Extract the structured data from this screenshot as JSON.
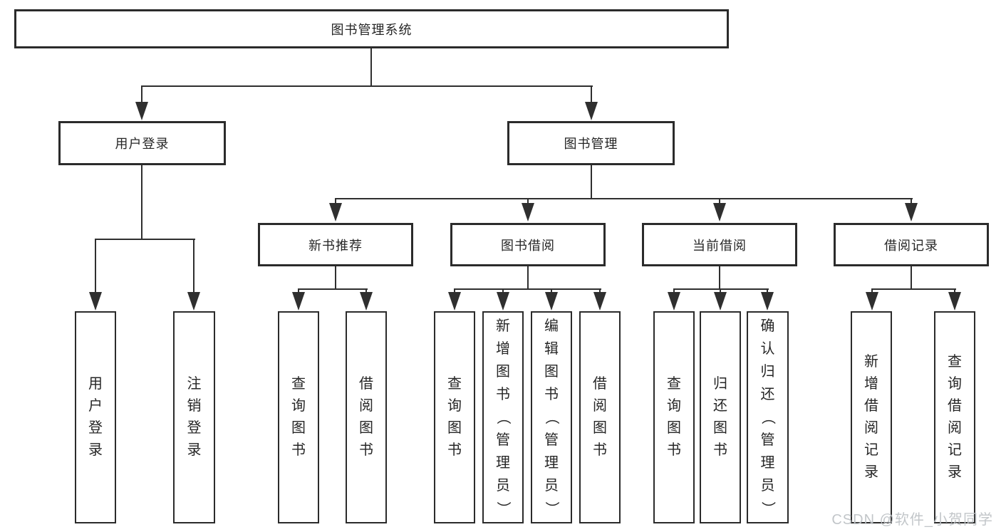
{
  "title": "图书管理系统",
  "tree": {
    "label": "图书管理系统",
    "children": [
      {
        "label": "用户登录",
        "children": [
          {
            "label": "用户登录"
          },
          {
            "label": "注销登录"
          }
        ]
      },
      {
        "label": "图书管理",
        "children": [
          {
            "label": "新书推荐",
            "children": [
              {
                "label": "查询图书"
              },
              {
                "label": "借阅图书"
              }
            ]
          },
          {
            "label": "图书借阅",
            "children": [
              {
                "label": "查询图书"
              },
              {
                "label": "新增图书（管理员）"
              },
              {
                "label": "编辑图书（管理员）"
              },
              {
                "label": "借阅图书"
              }
            ]
          },
          {
            "label": "当前借阅",
            "children": [
              {
                "label": "查询图书"
              },
              {
                "label": "归还图书"
              },
              {
                "label": "确认归还（管理员）"
              }
            ]
          },
          {
            "label": "借阅记录",
            "children": [
              {
                "label": "新增借阅记录"
              },
              {
                "label": "查询借阅记录"
              }
            ]
          }
        ]
      }
    ]
  },
  "watermark": {
    "text": "CSDN @软件_小贺同学"
  },
  "colors": {
    "line": "#2f2f2f",
    "border": "#2b2b2b",
    "text": "#262626",
    "background": "#ffffff",
    "watermark": "#bfc3c7"
  }
}
